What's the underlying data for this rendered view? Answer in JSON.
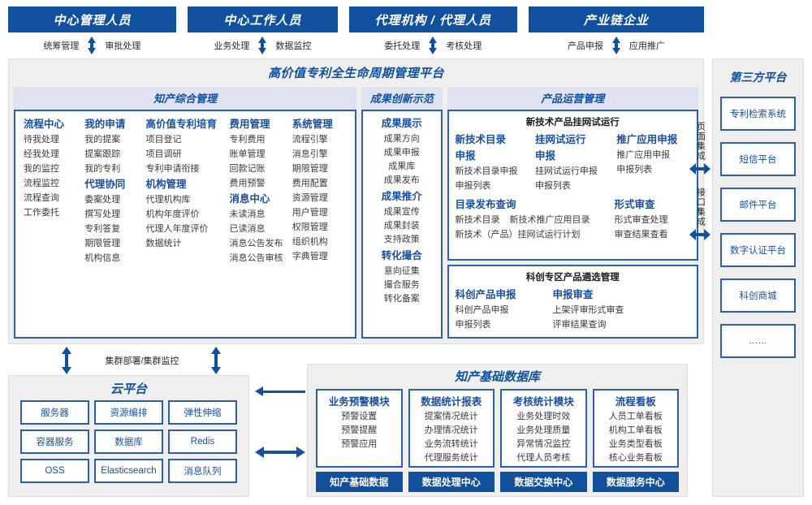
{
  "roles": [
    {
      "title": "中心管理人员",
      "left": "统筹管理",
      "right": "审批处理"
    },
    {
      "title": "中心工作人员",
      "left": "业务处理",
      "right": "数据监控"
    },
    {
      "title": "代理机构 / 代理人员",
      "left": "委托处理",
      "right": "考核处理"
    },
    {
      "title": "产业链企业",
      "left": "产品申报",
      "right": "应用推广"
    }
  ],
  "platform": {
    "title": "高价值专利全生命周期管理平台",
    "sections": {
      "zhichan": {
        "header": "知产综合管理",
        "columns": [
          {
            "groups": [
              {
                "title": "流程中心",
                "items": [
                  "待我处理",
                  "经我处理",
                  "我的监控",
                  "流程监控",
                  "流程查询",
                  "工作委托"
                ]
              }
            ]
          },
          {
            "groups": [
              {
                "title": "我的申请",
                "items": [
                  "我的提案",
                  "提案跟踪",
                  "我的专利"
                ]
              },
              {
                "title": "代理协同",
                "items": [
                  "委案处理",
                  "撰写处理",
                  "专利答复",
                  "期限管理",
                  "机构信息"
                ]
              }
            ]
          },
          {
            "groups": [
              {
                "title": "高价值专利培育",
                "items": [
                  "项目登记",
                  "项目调研",
                  "专利申请衔接"
                ]
              },
              {
                "title": "机构管理",
                "items": [
                  "代理机构库",
                  "机构年度评价",
                  "代理人年度评价",
                  "数据统计"
                ]
              }
            ]
          },
          {
            "groups": [
              {
                "title": "费用管理",
                "items": [
                  "专利费用",
                  "账单管理",
                  "回款记账",
                  "费用预警"
                ]
              },
              {
                "title": "消息中心",
                "items": [
                  "未读消息",
                  "已读消息",
                  "消息公告发布",
                  "消息公告审核"
                ]
              }
            ]
          },
          {
            "groups": [
              {
                "title": "系统管理",
                "items": [
                  "流程引擎",
                  "消息引擎",
                  "期限管理",
                  "费用配置",
                  "资源管理",
                  "用户管理",
                  "权限管理",
                  "组织机构",
                  "字典管理"
                ]
              }
            ]
          }
        ]
      },
      "chengguo": {
        "header": "成果创新示范",
        "groups": [
          {
            "title": "成果展示",
            "items": [
              "成果方向",
              "成果申报",
              "成果库",
              "成果发布"
            ]
          },
          {
            "title": "成果推介",
            "items": [
              "成果宣传",
              "成果封装",
              "支持政策"
            ]
          },
          {
            "title": "转化撮合",
            "items": [
              "意向征集",
              "撮合服务",
              "转化备案"
            ]
          }
        ]
      },
      "chanpin": {
        "header": "产品运营管理",
        "box1": {
          "title": "新技术产品挂网试运行",
          "top": [
            {
              "title": "新技术目录申报",
              "items": [
                "新技术目录申报",
                "申报列表"
              ]
            },
            {
              "title": "挂网试运行申报",
              "items": [
                "挂网试运行申报",
                "申报列表"
              ]
            },
            {
              "title": "推广应用申报",
              "items": [
                "推广应用申报",
                "申报列表"
              ]
            }
          ],
          "bottom_left": {
            "title": "目录发布查询",
            "row1a": "新技术目录",
            "row1b": "新技术推广应用目录",
            "row2": "新技术（产品）挂网试运行计划"
          },
          "bottom_right": {
            "title": "形式审查",
            "items": [
              "形式审查处理",
              "审查结果查看"
            ]
          }
        },
        "box2": {
          "title": "科创专区产品遴选管理",
          "left": {
            "title": "科创产品申报",
            "items": [
              "科创产品申报",
              "申报列表"
            ]
          },
          "right": {
            "title": "申报审查",
            "items": [
              "上架评审形式审查",
              "评审结果查询"
            ]
          }
        }
      }
    }
  },
  "integration": {
    "label_top": "页面集成",
    "label_bottom": "接口集成"
  },
  "thirdparty": {
    "title": "第三方平台",
    "items": [
      "专利检索系统",
      "短信平台",
      "邮件平台",
      "数字认证平台",
      "科创商城",
      "……"
    ]
  },
  "cluster": {
    "label": "集群部署/集群监控"
  },
  "cloud": {
    "title": "云平台",
    "cells": [
      "服务器",
      "资源编排",
      "弹性伸缩",
      "容器服务",
      "数据库",
      "Redis",
      "OSS",
      "Elasticsearch",
      "消息队列"
    ]
  },
  "database": {
    "title": "知产基础数据库",
    "columns": [
      {
        "title": "业务预警模块",
        "items": [
          "预警设置",
          "预警提醒",
          "预警应用"
        ],
        "footer": "知产基础数据"
      },
      {
        "title": "数据统计报表",
        "items": [
          "提案情况统计",
          "办理情况统计",
          "业务流转统计",
          "代理服务统计"
        ],
        "footer": "数据处理中心"
      },
      {
        "title": "考核统计模块",
        "items": [
          "业务处理时效",
          "业务处理质量",
          "异常情况监控",
          "代理人员考核"
        ],
        "footer": "数据交换中心"
      },
      {
        "title": "流程看板",
        "items": [
          "人员工单看板",
          "机构工单看板",
          "业务类型看板",
          "核心业务看板"
        ],
        "footer": "数据服务中心"
      }
    ]
  },
  "colors": {
    "primary": "#10509C",
    "border": "#2E5FAA",
    "panel_bg": "#efefef",
    "header_bg": "#dfe2f0"
  }
}
